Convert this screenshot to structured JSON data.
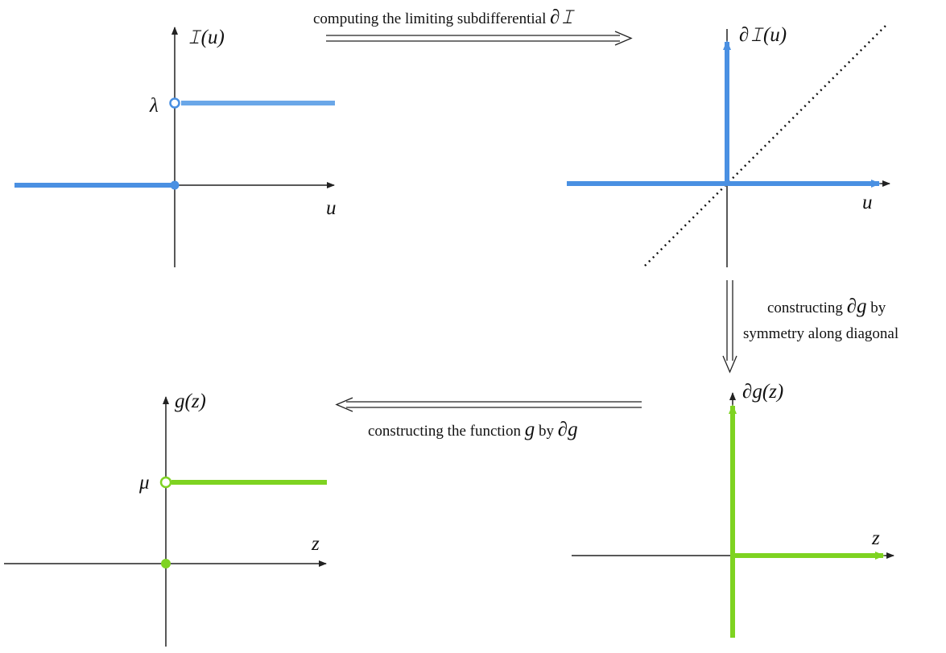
{
  "colors": {
    "blue": "#4a90e2",
    "blue_light": "#6aa7e8",
    "green": "#7ed321",
    "axis": "#222222"
  },
  "panel_top_left": {
    "y_label": "𝙸(u)",
    "x_label": "u",
    "level_label": "λ"
  },
  "panel_top_right": {
    "y_label": "∂𝙸(u)",
    "x_label": "u"
  },
  "panel_bottom_right": {
    "y_label": "∂g(z)",
    "x_label": "z"
  },
  "panel_bottom_left": {
    "y_label": "g(z)",
    "x_label": "z",
    "level_label": "μ"
  },
  "arrow_top": {
    "caption_text": "computing the limiting subdifferential ",
    "caption_symbol": "∂𝙸"
  },
  "arrow_right": {
    "line1_text": "constructing ",
    "line1_symbol": "∂g",
    "line1_tail": " by",
    "line2_text": "symmetry along diagonal"
  },
  "arrow_bottom": {
    "caption_text": "constructing the function ",
    "caption_symbol": "g",
    "caption_mid": " by ",
    "caption_symbol2": "∂g"
  }
}
